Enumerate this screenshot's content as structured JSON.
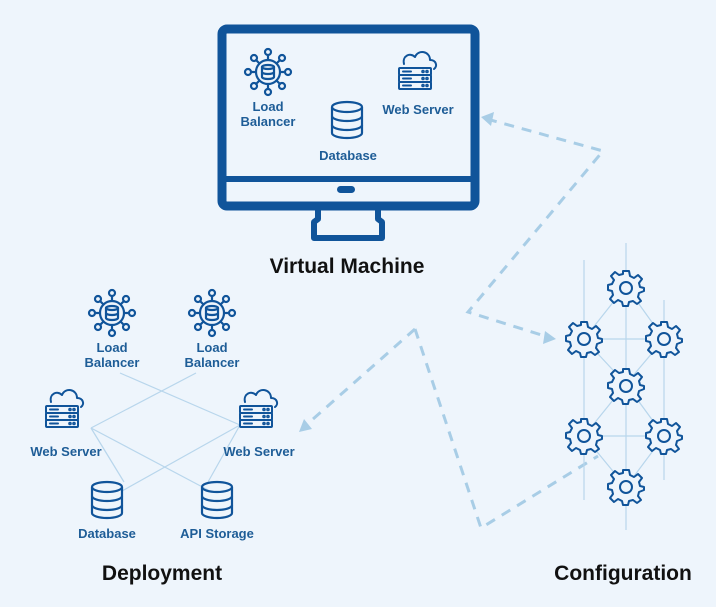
{
  "colors": {
    "primary": "#10549a",
    "label": "#1e5d97",
    "connector": "#a8cde6",
    "background": "#eef5fc"
  },
  "virtual_machine": {
    "title": "Virtual Machine",
    "load_balancer": "Load\nBalancer",
    "web_server": "Web Server",
    "database": "Database"
  },
  "deployment": {
    "title": "Deployment",
    "load_balancer_1": "Load\nBalancer",
    "load_balancer_2": "Load\nBalancer",
    "web_server_1": "Web Server",
    "web_server_2": "Web Server",
    "database": "Database",
    "api_storage": "API Storage"
  },
  "configuration": {
    "title": "Configuration"
  }
}
